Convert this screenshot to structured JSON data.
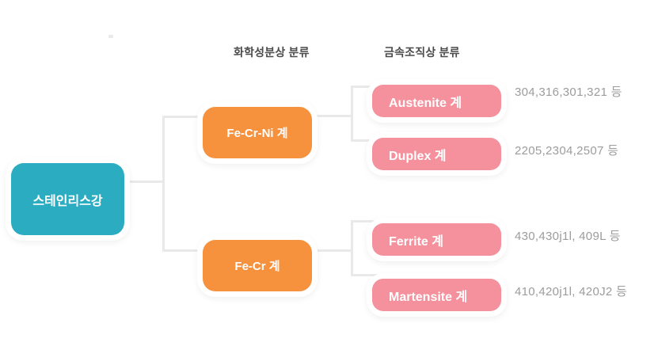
{
  "diagram": {
    "headers": {
      "chemical": "화학성분상 분류",
      "structure": "금속조직상 분류"
    },
    "root": {
      "label": "스테인리스강"
    },
    "chemical_groups": [
      {
        "label": "Fe-Cr-Ni 계"
      },
      {
        "label": "Fe-Cr 계"
      }
    ],
    "structure_groups": [
      {
        "label": "Austenite 계",
        "grades": "304,316,301,321 등"
      },
      {
        "label": "Duplex 계",
        "grades": "2205,2304,2507 등"
      },
      {
        "label": "Ferrite 계",
        "grades": "430,430j1l, 409L 등"
      },
      {
        "label": "Martensite 계",
        "grades": "410,420j1l, 420J2 등"
      }
    ],
    "colors": {
      "root": "#2bacc1",
      "chemical": "#f6913e",
      "structure": "#f4919d",
      "connector": "#e9e9e9",
      "header_text": "#4b4b4b",
      "grades_text": "#9c9c9c",
      "node_text": "#ffffff"
    }
  }
}
